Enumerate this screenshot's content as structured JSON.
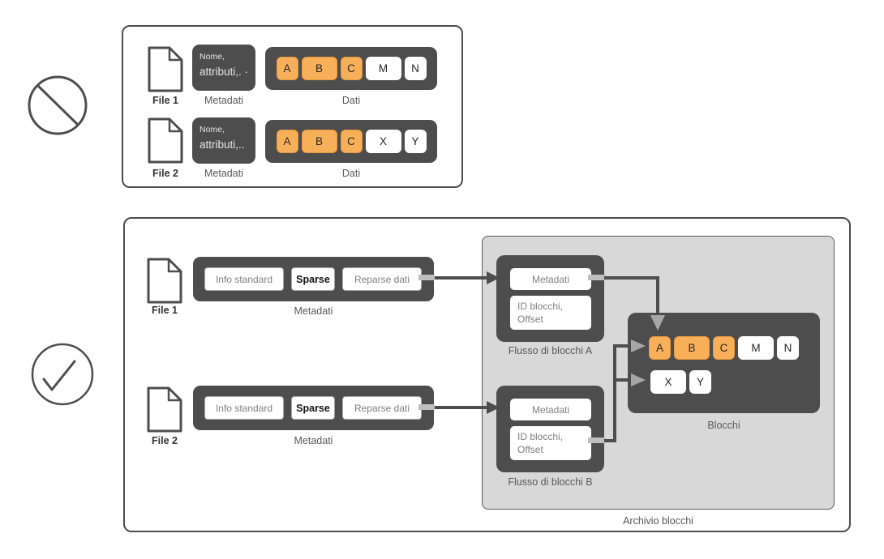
{
  "colors": {
    "dark_box": "#4D4D4D",
    "orange_block": "#F8AF5A",
    "orange_block_border": "#E9993E",
    "store_background": "#D8D8D8",
    "arrow_dark": "#4D4D4D",
    "arrow_light": "#A6A6A6",
    "stub_gray": "#BFBFBF"
  },
  "top_panel": {
    "icon": "prohibition-icon",
    "rows": [
      {
        "file_label": "File 1",
        "meta_line1": "Nome,",
        "meta_line2": "attributi,. ·",
        "meta_caption": "Metadati",
        "data_caption": "Dati",
        "blocks": [
          {
            "label": "A",
            "color": "orange",
            "size": "narrow"
          },
          {
            "label": "B",
            "color": "orange",
            "size": "wide"
          },
          {
            "label": "C",
            "color": "orange",
            "size": "narrow"
          },
          {
            "label": "M",
            "color": "white",
            "size": "wide"
          },
          {
            "label": "N",
            "color": "white",
            "size": "narrow"
          }
        ]
      },
      {
        "file_label": "File 2",
        "meta_line1": "Nome,",
        "meta_line2": "attributi,..",
        "meta_caption": "Metadati",
        "data_caption": "Dati",
        "blocks": [
          {
            "label": "A",
            "color": "orange",
            "size": "narrow"
          },
          {
            "label": "B",
            "color": "orange",
            "size": "wide"
          },
          {
            "label": "C",
            "color": "orange",
            "size": "narrow"
          },
          {
            "label": "X",
            "color": "white",
            "size": "wide"
          },
          {
            "label": "Y",
            "color": "white",
            "size": "narrow"
          }
        ]
      }
    ]
  },
  "bottom_panel": {
    "icon": "checkmark-icon",
    "rows": [
      {
        "file_label": "File 1",
        "caption": "Metadati",
        "segments": {
          "standard": "Info standard",
          "sparse": "Sparse",
          "reparse": "Reparse dati"
        }
      },
      {
        "file_label": "File 2",
        "caption": "Metadati",
        "segments": {
          "standard": "Info standard",
          "sparse": "Sparse",
          "reparse": "Reparse dati"
        }
      }
    ],
    "streams": [
      {
        "caption": "Flusso di blocchi A",
        "metadata_box": "Metadati",
        "id_line1": "ID blocchi,",
        "id_line2": "Offset"
      },
      {
        "caption": "Flusso di blocchi B",
        "metadata_box": "Metadati",
        "id_line1": "ID blocchi,",
        "id_line2": "Offset"
      }
    ],
    "chunk_store": {
      "caption": "Archivio blocchi",
      "blocks_box": {
        "caption": "Blocchi",
        "row1": [
          {
            "label": "A",
            "color": "orange",
            "size": "narrow"
          },
          {
            "label": "B",
            "color": "orange",
            "size": "wide"
          },
          {
            "label": "C",
            "color": "orange",
            "size": "narrow"
          },
          {
            "label": "M",
            "color": "white",
            "size": "wide"
          },
          {
            "label": "N",
            "color": "white",
            "size": "narrow"
          }
        ],
        "row2": [
          {
            "label": "X",
            "color": "white",
            "size": "wide"
          },
          {
            "label": "Y",
            "color": "white",
            "size": "narrow"
          }
        ]
      }
    }
  }
}
